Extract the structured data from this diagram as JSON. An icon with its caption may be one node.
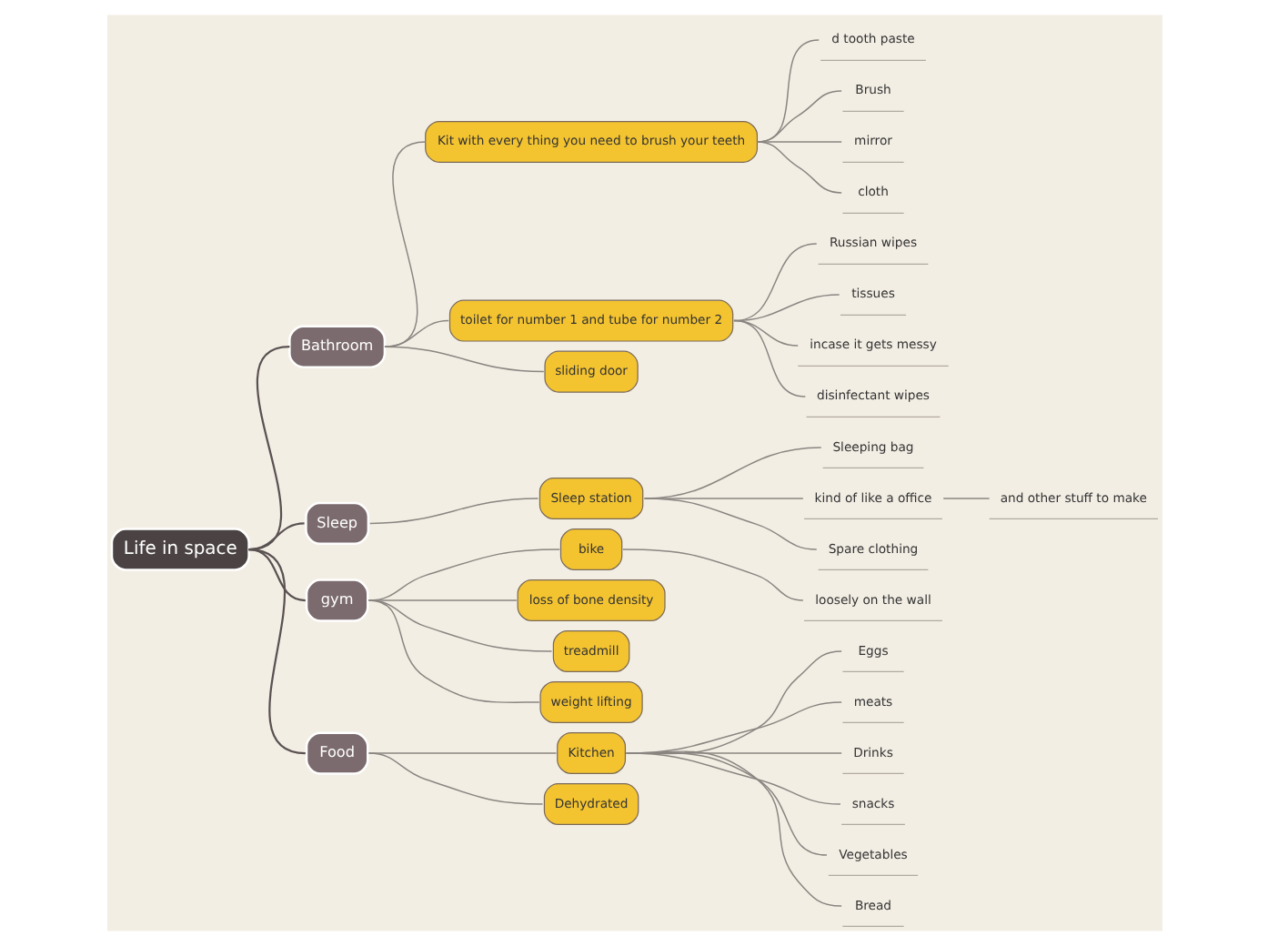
{
  "diagram": {
    "nodes": [
      {
        "text": [
          "Life in space"
        ]
      },
      {
        "text": [
          "Bathroom"
        ]
      },
      {
        "text": [
          "Kit with every thing you need to brush your teeth"
        ]
      },
      {
        "text": [
          "d tooth paste"
        ]
      },
      {
        "text": [
          "Brush"
        ]
      },
      {
        "text": [
          "mirror"
        ]
      },
      {
        "text": [
          "cloth"
        ]
      },
      {
        "text": [
          "toilet for number 1 and tube for number 2"
        ]
      },
      {
        "text": [
          "Russian wipes"
        ]
      },
      {
        "text": [
          "tissues"
        ]
      },
      {
        "text": [
          "incase it gets messy"
        ]
      },
      {
        "text": [
          "disinfectant wipes"
        ]
      },
      {
        "text": [
          "sliding door"
        ]
      },
      {
        "text": [
          "Sleep"
        ]
      },
      {
        "text": [
          "Sleep station"
        ]
      },
      {
        "text": [
          "Sleeping bag"
        ]
      },
      {
        "text": [
          "kind of like a office"
        ]
      },
      {
        "text": [
          "and other stuff to make"
        ]
      },
      {
        "text": [
          "Spare clothing"
        ]
      },
      {
        "text": [
          "gym"
        ]
      },
      {
        "text": [
          "bike"
        ]
      },
      {
        "text": [
          "loosely on the wall"
        ]
      },
      {
        "text": [
          "loss of bone density"
        ]
      },
      {
        "text": [
          "treadmill"
        ]
      },
      {
        "text": [
          "weight lifting"
        ]
      },
      {
        "text": [
          "Food"
        ]
      },
      {
        "text": [
          "Kitchen"
        ]
      },
      {
        "text": [
          "Eggs"
        ]
      },
      {
        "text": [
          "meats"
        ]
      },
      {
        "text": [
          "Drinks"
        ]
      },
      {
        "text": [
          "snacks"
        ]
      },
      {
        "text": [
          "Vegetables"
        ]
      },
      {
        "text": [
          "Bread"
        ]
      },
      {
        "text": [
          "Dehydrated"
        ]
      }
    ],
    "edges": [
      {
        "from": 0,
        "to": 1,
        "arrow": "none"
      },
      {
        "from": 1,
        "to": 2,
        "arrow": "none"
      },
      {
        "from": 2,
        "to": 3,
        "arrow": "none"
      },
      {
        "from": 2,
        "to": 4,
        "arrow": "none"
      },
      {
        "from": 2,
        "to": 5,
        "arrow": "none"
      },
      {
        "from": 2,
        "to": 6,
        "arrow": "none"
      },
      {
        "from": 1,
        "to": 7,
        "arrow": "none"
      },
      {
        "from": 7,
        "to": 8,
        "arrow": "none"
      },
      {
        "from": 7,
        "to": 9,
        "arrow": "none"
      },
      {
        "from": 7,
        "to": 10,
        "arrow": "none"
      },
      {
        "from": 7,
        "to": 11,
        "arrow": "none"
      },
      {
        "from": 1,
        "to": 12,
        "arrow": "none"
      },
      {
        "from": 0,
        "to": 13,
        "arrow": "none"
      },
      {
        "from": 13,
        "to": 14,
        "arrow": "none"
      },
      {
        "from": 14,
        "to": 15,
        "arrow": "none"
      },
      {
        "from": 14,
        "to": 16,
        "arrow": "none"
      },
      {
        "from": 16,
        "to": 17,
        "arrow": "none"
      },
      {
        "from": 14,
        "to": 18,
        "arrow": "none"
      },
      {
        "from": 0,
        "to": 19,
        "arrow": "none"
      },
      {
        "from": 19,
        "to": 20,
        "arrow": "none"
      },
      {
        "from": 20,
        "to": 21,
        "arrow": "none"
      },
      {
        "from": 19,
        "to": 22,
        "arrow": "none"
      },
      {
        "from": 19,
        "to": 23,
        "arrow": "none"
      },
      {
        "from": 19,
        "to": 24,
        "arrow": "none"
      },
      {
        "from": 0,
        "to": 25,
        "arrow": "none"
      },
      {
        "from": 25,
        "to": 26,
        "arrow": "none"
      },
      {
        "from": 26,
        "to": 27,
        "arrow": "none"
      },
      {
        "from": 26,
        "to": 28,
        "arrow": "none"
      },
      {
        "from": 26,
        "to": 29,
        "arrow": "none"
      },
      {
        "from": 26,
        "to": 30,
        "arrow": "none"
      },
      {
        "from": 26,
        "to": 31,
        "arrow": "none"
      },
      {
        "from": 26,
        "to": 32,
        "arrow": "none"
      },
      {
        "from": 25,
        "to": 33,
        "arrow": "none"
      }
    ]
  }
}
